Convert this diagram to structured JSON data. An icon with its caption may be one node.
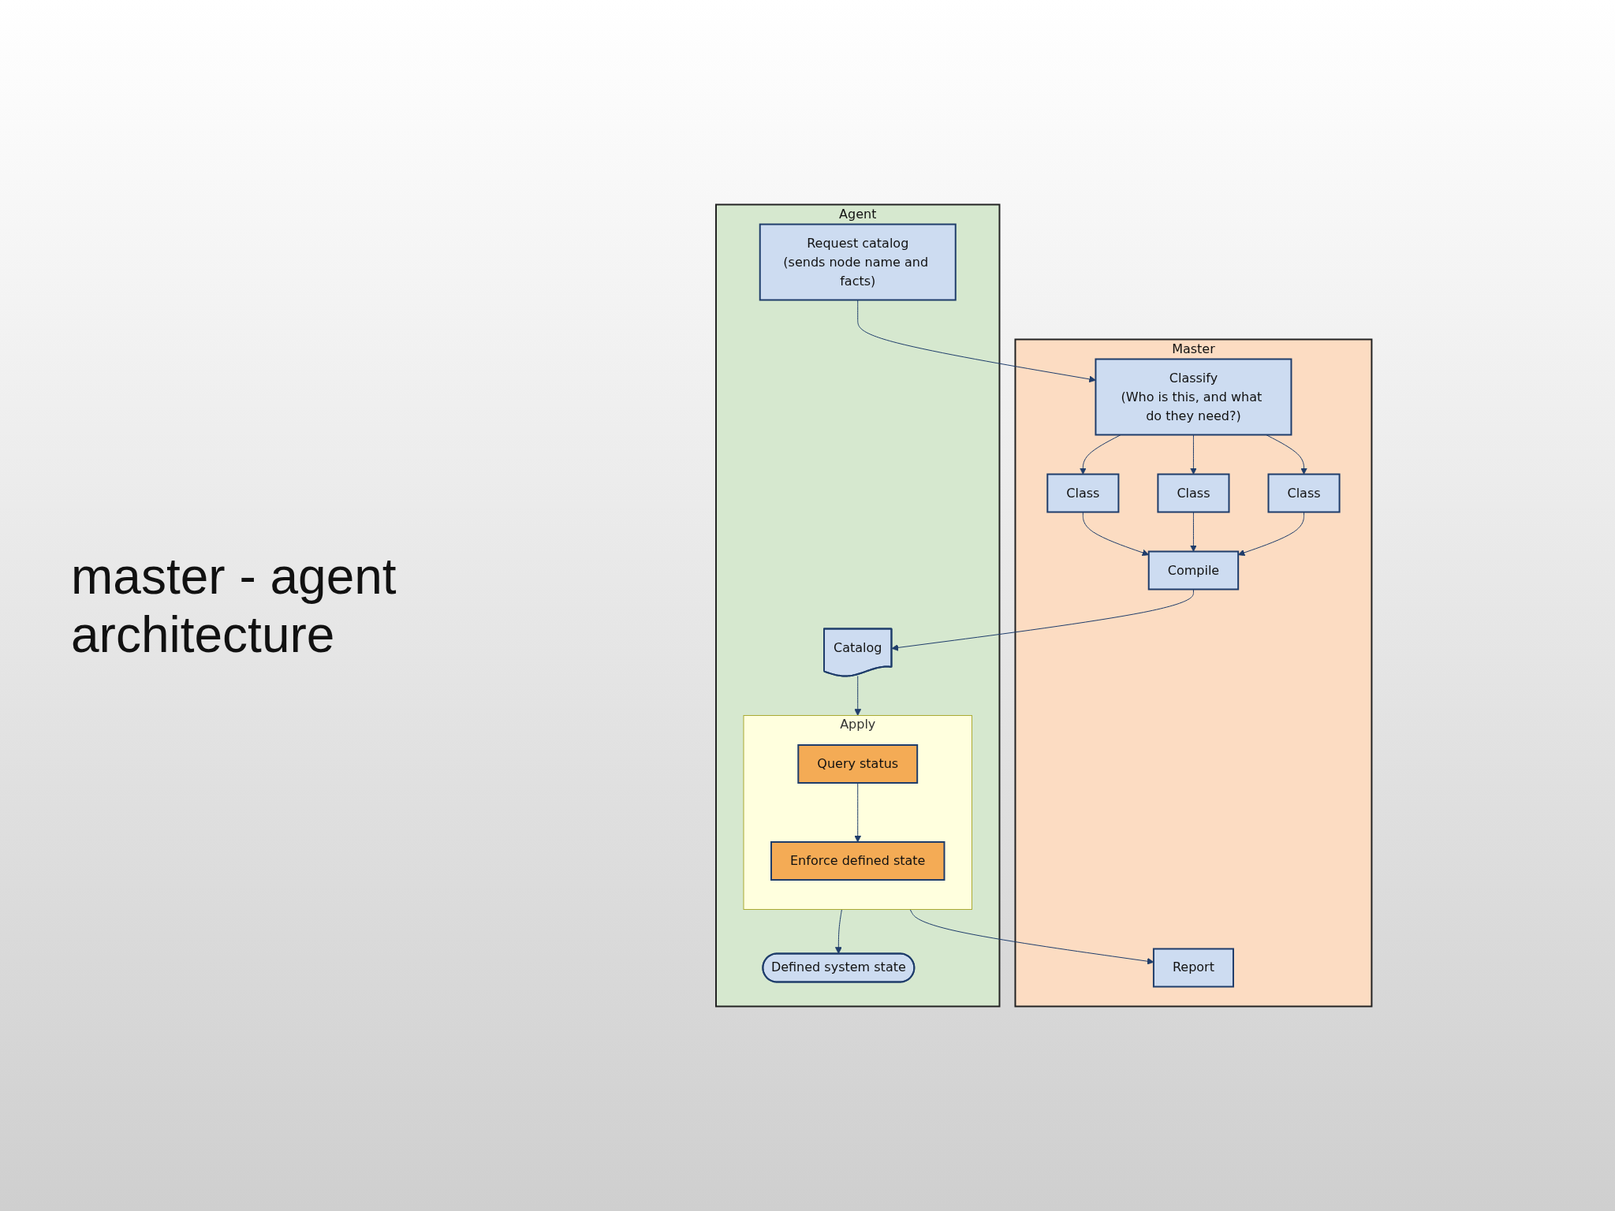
{
  "diagram": {
    "title": "master - agent architecture",
    "nodes": [
      {
        "text": [
          "Agent"
        ]
      },
      {
        "text": [
          "Request catalog",
          "(sends node name and facts)"
        ],
        "in": 0
      },
      {
        "text": [
          "Catalog"
        ],
        "in": 0
      },
      {
        "text": [
          "Apply"
        ],
        "in": 0
      },
      {
        "text": [
          "Query status"
        ],
        "in": 3
      },
      {
        "text": [
          "Enforce defined state"
        ],
        "in": 3
      },
      {
        "text": [
          "Defined system state"
        ],
        "in": 0
      },
      {
        "text": [
          "Master"
        ]
      },
      {
        "text": [
          "Classify",
          "(Who is this, and what do they need?)"
        ],
        "in": 7
      },
      {
        "text": [
          "Class"
        ],
        "in": 7
      },
      {
        "text": [
          "Class"
        ],
        "in": 7
      },
      {
        "text": [
          "Class"
        ],
        "in": 7
      },
      {
        "text": [
          "Compile"
        ],
        "in": 7
      },
      {
        "text": [
          "Report"
        ],
        "in": 7
      }
    ],
    "edges": [
      {
        "from": 1,
        "to": 8,
        "arrow": "to"
      },
      {
        "from": 8,
        "to": 9,
        "arrow": "to"
      },
      {
        "from": 8,
        "to": 10,
        "arrow": "to"
      },
      {
        "from": 8,
        "to": 11,
        "arrow": "to"
      },
      {
        "from": 9,
        "to": 12,
        "arrow": "to"
      },
      {
        "from": 10,
        "to": 12,
        "arrow": "to"
      },
      {
        "from": 11,
        "to": 12,
        "arrow": "to"
      },
      {
        "from": 12,
        "to": 2,
        "arrow": "to"
      },
      {
        "from": 2,
        "to": 3,
        "arrow": "to"
      },
      {
        "from": 4,
        "to": 5,
        "arrow": "to"
      },
      {
        "from": 3,
        "to": 6,
        "arrow": "to"
      },
      {
        "from": 3,
        "to": 13,
        "arrow": "to"
      }
    ]
  }
}
